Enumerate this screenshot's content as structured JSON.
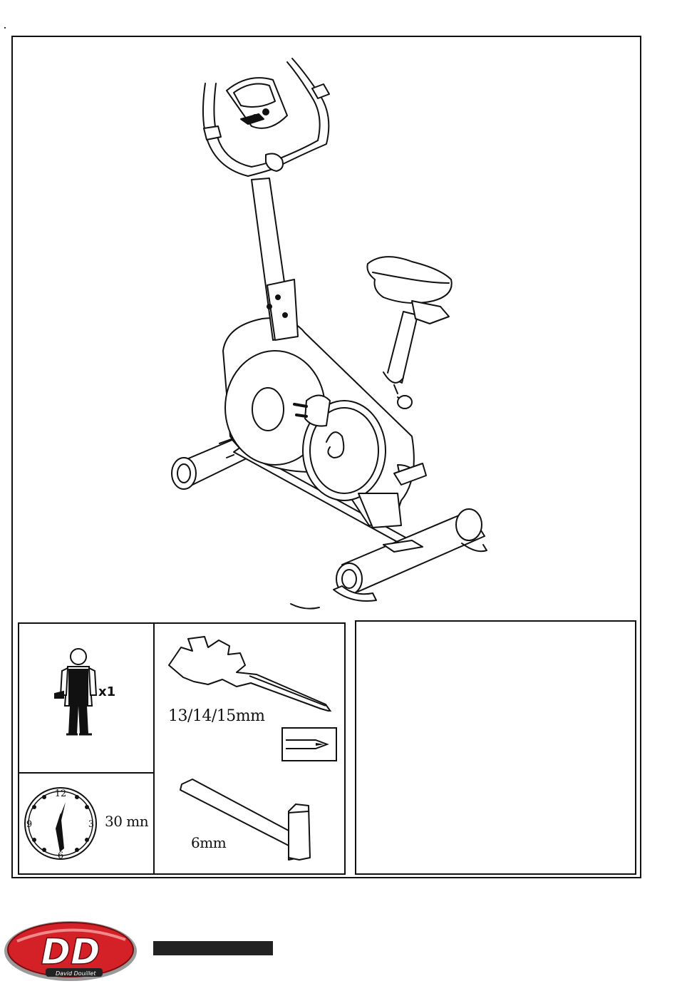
{
  "illustration": {
    "subject": "exercise-bike"
  },
  "assembly": {
    "persons_count": "x1",
    "time_label": "30 mn",
    "clock_numbers": [
      "12",
      "3",
      "6",
      "9"
    ]
  },
  "tools": {
    "wrench_size": "13/14/15mm",
    "hex_key_size": "6mm"
  },
  "brand": {
    "logo_text": "DD",
    "logo_caption": "David Douillet",
    "logo_color": "#d42027"
  },
  "colors": {
    "ink": "#111111",
    "bar": "#222222"
  }
}
